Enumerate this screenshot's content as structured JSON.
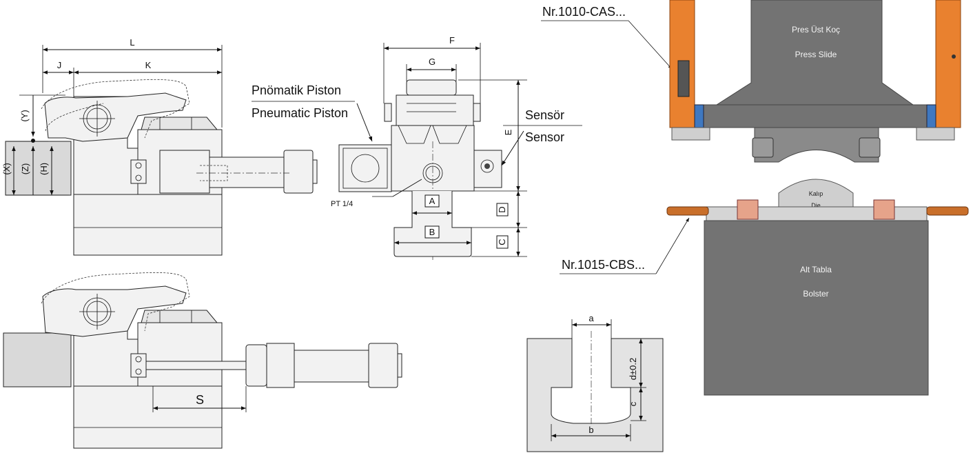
{
  "side_view": {
    "dims": {
      "L": "L",
      "J": "J",
      "K": "K",
      "Y": "(Y)",
      "X": "(X)",
      "Z": "(Z)",
      "H": "(H)"
    }
  },
  "front_view": {
    "dims": {
      "F": "F",
      "G": "G",
      "E": "E",
      "A": "A",
      "B": "B",
      "C": "C",
      "D": "D"
    },
    "port": "PT 1/4"
  },
  "labels": {
    "piston_tr": "Pnömatik Piston",
    "piston_en": "Pneumatic Piston",
    "sensor_tr": "Sensör",
    "sensor_en": "Sensor"
  },
  "stroke_view": {
    "S": "S"
  },
  "tslot": {
    "a": "a",
    "b": "b",
    "c": "c",
    "d": "d±0.2"
  },
  "press": {
    "upper_part": "Nr.1010-CAS...",
    "lower_part": "Nr.1015-CBS...",
    "slide_tr": "Pres Üst Koç",
    "slide_en": "Press Slide",
    "die_tr": "Kalıp",
    "die_en": "Die",
    "bolster_tr": "Alt Tabla",
    "bolster_en": "Bolster"
  },
  "colors": {
    "press_gray": "#737373",
    "orange": "#e9812f",
    "blue": "#3f78c0",
    "copper": "#c96f2a"
  }
}
